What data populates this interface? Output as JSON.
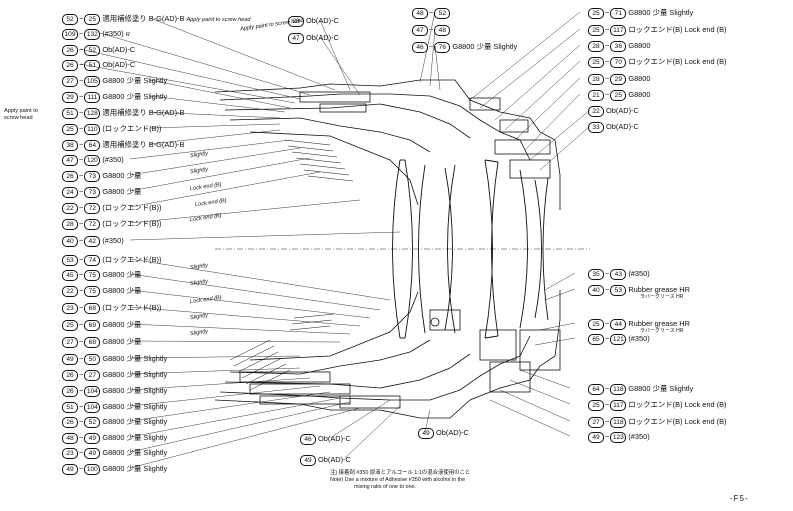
{
  "callouts_left": [
    {
      "a": "52",
      "b": "25",
      "desc": "適用補修塗り B-G(AD)-B",
      "note": "Apply paint to screw head"
    },
    {
      "a": "109",
      "b": "132",
      "desc": "(#350)",
      "note": "R"
    },
    {
      "a": "26",
      "b": "52",
      "desc": "Ob(AD)-C"
    },
    {
      "a": "26",
      "b": "51",
      "desc": "Ob(AD)-C"
    },
    {
      "a": "27",
      "b": "105",
      "desc": "G8800 少量 Slightly"
    },
    {
      "a": "29",
      "b": "111",
      "desc": "G8800 少量 Slightly"
    },
    {
      "a": "51",
      "b": "128",
      "desc": "適用補修塗り B-G(AD)-B"
    },
    {
      "a": "25",
      "b": "110",
      "desc": "(ロックエンド(B))"
    },
    {
      "a": "38",
      "b": "64",
      "desc": "適用補修塗り B-G(AD)-B"
    },
    {
      "a": "47",
      "b": "120",
      "desc": "(#350)"
    },
    {
      "a": "26",
      "b": "73",
      "desc": "G8800 少量"
    },
    {
      "a": "24",
      "b": "73",
      "desc": "G8800 少量"
    },
    {
      "a": "22",
      "b": "72",
      "desc": "(ロックエンド(B))"
    },
    {
      "a": "28",
      "b": "72",
      "desc": "(ロックエンド(B))"
    },
    {
      "a": "40",
      "b": "42",
      "desc": "(#350)"
    },
    {
      "a": "53",
      "b": "74",
      "desc": "(ロックエンド(B))"
    },
    {
      "a": "45",
      "b": "75",
      "desc": "G8800 少量"
    },
    {
      "a": "22",
      "b": "75",
      "desc": "G8800 少量"
    },
    {
      "a": "23",
      "b": "68",
      "desc": "(ロックエンド(B))"
    },
    {
      "a": "25",
      "b": "69",
      "desc": "G8800 少量"
    },
    {
      "a": "27",
      "b": "68",
      "desc": "G8800 少量"
    },
    {
      "a": "49",
      "b": "50",
      "desc": "G8800 少量 Slightly"
    },
    {
      "a": "26",
      "b": "27",
      "desc": "G8800 少量 Slightly"
    },
    {
      "a": "26",
      "b": "104",
      "desc": "G8800 少量 Slightly"
    },
    {
      "a": "51",
      "b": "104",
      "desc": "G8800 少量 Slightly"
    },
    {
      "a": "26",
      "b": "52",
      "desc": "G8800 少量 Slightly"
    },
    {
      "a": "48",
      "b": "49",
      "desc": "G8800 少量 Slightly"
    },
    {
      "a": "23",
      "b": "49",
      "desc": "G8800 少量 Slightly"
    },
    {
      "a": "49",
      "b": "100",
      "desc": "G8800 少量 Slightly"
    }
  ],
  "callouts_top": [
    {
      "a": "28",
      "b": "",
      "desc": "Ob(AD)-C"
    },
    {
      "a": "47",
      "b": "",
      "desc": "Ob(AD)-C"
    },
    {
      "a": "48",
      "b": "52",
      "desc": ""
    },
    {
      "a": "47",
      "b": "48",
      "desc": ""
    },
    {
      "a": "46",
      "b": "76",
      "desc": "G8800 少量 Slightly"
    }
  ],
  "callouts_right": [
    {
      "a": "25",
      "b": "71",
      "desc": "G8800 少量 Slightly"
    },
    {
      "a": "25",
      "b": "117",
      "desc": "ロックエンド(B) Lock end (B)"
    },
    {
      "a": "28",
      "b": "36",
      "desc": "G8800"
    },
    {
      "a": "25",
      "b": "70",
      "desc": "ロックエンド(B) Lock end (B)"
    },
    {
      "a": "28",
      "b": "29",
      "desc": "G8800"
    },
    {
      "a": "21",
      "b": "25",
      "desc": "G8800"
    },
    {
      "a": "22",
      "b": "",
      "desc": "Ob(AD)-C"
    },
    {
      "a": "33",
      "b": "",
      "desc": "Ob(AD)-C"
    },
    {
      "a": "35",
      "b": "43",
      "desc": "(#350)"
    },
    {
      "a": "40",
      "b": "53",
      "desc": "Rubber grease HR"
    },
    {
      "a": "25",
      "b": "44",
      "desc": "Rubber grease HR"
    },
    {
      "a": "65",
      "b": "121",
      "desc": "(#350)"
    },
    {
      "a": "64",
      "b": "118",
      "desc": "G8800 少量 Slightly"
    },
    {
      "a": "25",
      "b": "117",
      "desc": "ロックエンド(B) Lock end (B)"
    },
    {
      "a": "27",
      "b": "118",
      "desc": "ロックエンド(B) Lock end (B)"
    },
    {
      "a": "49",
      "b": "123",
      "desc": "(#350)"
    }
  ],
  "callouts_bottom": [
    {
      "a": "46",
      "b": "",
      "desc": "Ob(AD)-C"
    },
    {
      "a": "49",
      "b": "",
      "desc": "Ob(AD)-C"
    },
    {
      "a": "49",
      "b": "",
      "desc": "Ob(AD)-C"
    }
  ],
  "left_note": "Apply paint to screw head",
  "rubber_sub": "ラバーグリース HR",
  "annotations": [
    "Slightly",
    "Slightly",
    "Lock end (B)",
    "Lock end (B)",
    "Lock end (B)",
    "Slightly",
    "Slightly",
    "Lock end (B)",
    "Slightly",
    "Slightly",
    "Apply paint to screw head"
  ],
  "footnote": {
    "jp": "注) 接着剤 #350 原液とアルコール 1:1の混合液使用のこと",
    "en1": "Note) Use a mixture of Adhesive #350 with alcohol in the",
    "en2": "mixing ratio of one to one."
  },
  "page_label": "-F5-"
}
